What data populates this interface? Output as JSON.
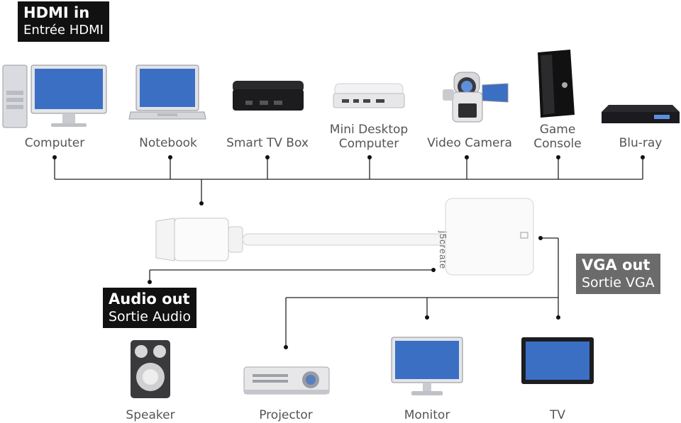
{
  "hdmi_in": {
    "title": "HDMI in",
    "subtitle": "Entrée HDMI"
  },
  "sources": [
    {
      "label": "Computer",
      "icon": "desktop-computer-icon"
    },
    {
      "label": "Notebook",
      "icon": "laptop-icon"
    },
    {
      "label": "Smart TV Box",
      "icon": "tv-box-icon"
    },
    {
      "label": "Mini Desktop\nComputer",
      "icon": "mini-pc-icon"
    },
    {
      "label": "Video Camera",
      "icon": "camcorder-icon"
    },
    {
      "label": "Game\nConsole",
      "icon": "game-console-icon"
    },
    {
      "label": "Blu-ray",
      "icon": "bluray-player-icon"
    }
  ],
  "adapter": {
    "brand": "j5create"
  },
  "vga_out": {
    "title": "VGA out",
    "subtitle": "Sortie VGA"
  },
  "audio_out": {
    "title": "Audio out",
    "subtitle": "Sortie Audio"
  },
  "outputs": [
    {
      "label": "Speaker",
      "icon": "speaker-icon"
    },
    {
      "label": "Projector",
      "icon": "projector-icon"
    },
    {
      "label": "Monitor",
      "icon": "monitor-icon"
    },
    {
      "label": "TV",
      "icon": "tv-icon"
    }
  ],
  "colors": {
    "hdmi_tag": "#111111",
    "audio_tag": "#111111",
    "vga_tag": "#6b6b6b",
    "wire": "#222222",
    "label_text": "#555555"
  }
}
